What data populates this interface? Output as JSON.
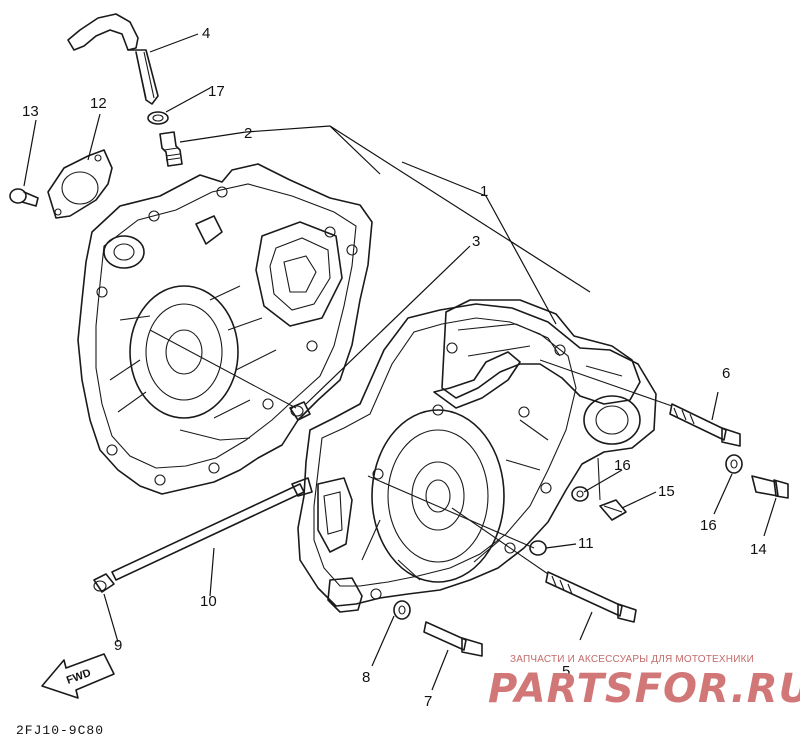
{
  "diagram": {
    "callouts": [
      {
        "id": "1",
        "label": "1"
      },
      {
        "id": "2",
        "label": "2"
      },
      {
        "id": "3",
        "label": "3"
      },
      {
        "id": "4",
        "label": "4"
      },
      {
        "id": "5",
        "label": "5"
      },
      {
        "id": "6",
        "label": "6"
      },
      {
        "id": "7",
        "label": "7"
      },
      {
        "id": "8",
        "label": "8"
      },
      {
        "id": "9",
        "label": "9"
      },
      {
        "id": "10",
        "label": "10"
      },
      {
        "id": "11",
        "label": "11"
      },
      {
        "id": "12",
        "label": "12"
      },
      {
        "id": "13",
        "label": "13"
      },
      {
        "id": "14",
        "label": "14"
      },
      {
        "id": "15",
        "label": "15"
      },
      {
        "id": "16a",
        "label": "16"
      },
      {
        "id": "16b",
        "label": "16"
      },
      {
        "id": "16c",
        "label": "16"
      },
      {
        "id": "17",
        "label": "17"
      }
    ],
    "fwd_label": "FWD",
    "drawing_code": "2FJ10-9C80"
  },
  "watermark": {
    "tagline": "ЗАПЧАСТИ И АКСЕССУАРЫ ДЛЯ МОТОТЕХНИКИ",
    "brand": "PARTSFOR.RU"
  },
  "colors": {
    "line": "#1a1a1a",
    "watermark": "#d27777"
  }
}
